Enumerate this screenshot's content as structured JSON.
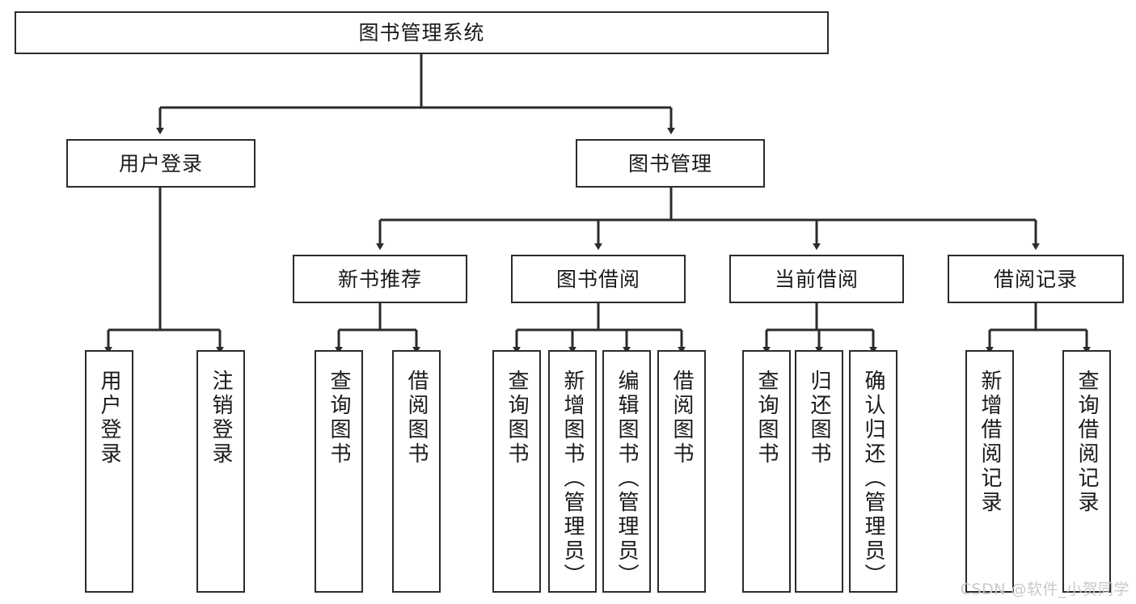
{
  "diagram": {
    "title": "图书管理系统",
    "type": "tree",
    "watermark": "CSDN @软件_小贺同学",
    "colors": {
      "box_border": "#2b2b2b",
      "box_fill": "#ffffff",
      "edge": "#2b2b2b",
      "text": "#1a1a1a",
      "watermark": "#c9c9c9"
    },
    "nodes": {
      "root": {
        "label": "图书管理系统"
      },
      "level2": [
        {
          "label": "用户登录"
        },
        {
          "label": "图书管理"
        }
      ],
      "level3": [
        {
          "label": "新书推荐"
        },
        {
          "label": "图书借阅"
        },
        {
          "label": "当前借阅"
        },
        {
          "label": "借阅记录"
        }
      ],
      "leaves_user_login": [
        {
          "label": "用户登录"
        },
        {
          "label": "注销登录"
        }
      ],
      "leaves_new_book": [
        {
          "label": "查询图书"
        },
        {
          "label": "借阅图书"
        }
      ],
      "leaves_borrow": [
        {
          "label": "查询图书"
        },
        {
          "label": "新增图书（管理员）"
        },
        {
          "label": "编辑图书（管理员）"
        },
        {
          "label": "借阅图书"
        }
      ],
      "leaves_current": [
        {
          "label": "查询图书"
        },
        {
          "label": "归还图书"
        },
        {
          "label": "确认归还（管理员）"
        }
      ],
      "leaves_record": [
        {
          "label": "新增借阅记录"
        },
        {
          "label": "查询借阅记录"
        }
      ]
    }
  }
}
